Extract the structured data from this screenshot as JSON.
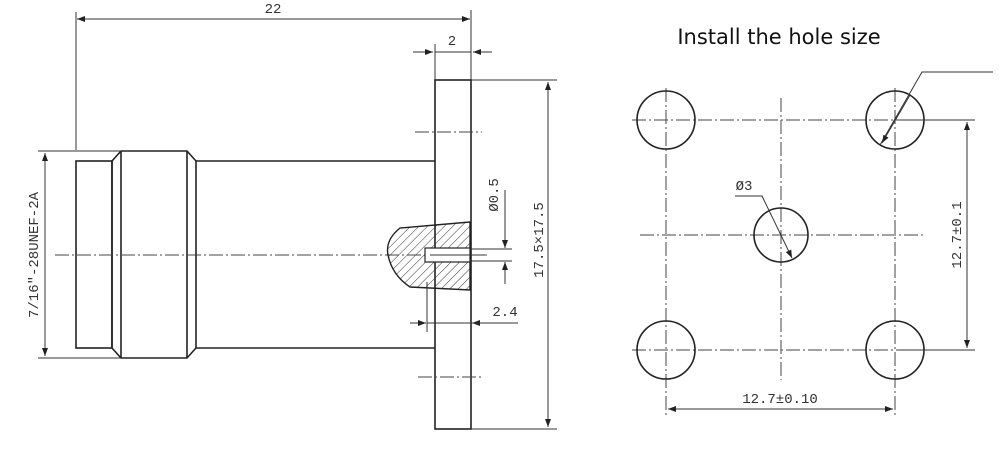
{
  "side_view": {
    "overall_length": "22",
    "flange_thickness": "2",
    "thread_spec": "7/16\"-28UNEF-2A",
    "pin_diameter": "Ø0.5",
    "pin_offset": "2.4",
    "flange_size": "17.5×17.5"
  },
  "hole_pattern": {
    "title": "Install the hole size",
    "center_hole": "Ø3",
    "vertical_spacing": "12.7±0.1",
    "horizontal_spacing": "12.7±0.10"
  }
}
